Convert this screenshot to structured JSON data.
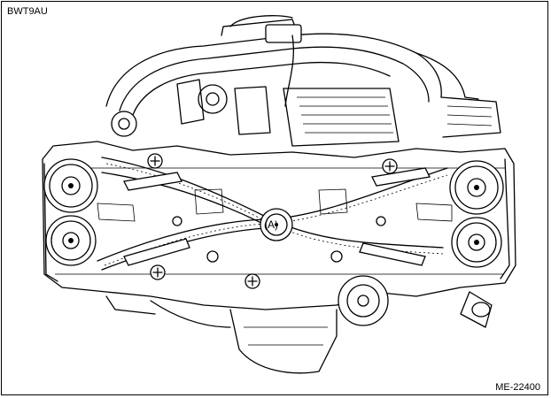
{
  "figure": {
    "code_top_left": "BWT9AU",
    "code_bottom_right": "ME-22400",
    "callout_a": "(A)"
  },
  "colors": {
    "line": "#000000",
    "background": "#ffffff"
  }
}
